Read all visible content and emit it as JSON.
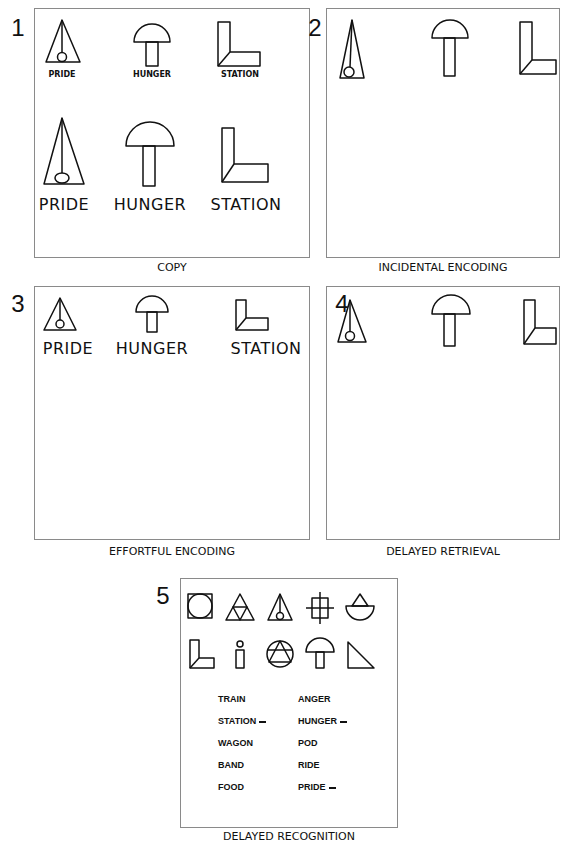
{
  "diagram": {
    "nodes": [
      {
        "text": [
          "1",
          "PRIDE",
          "HUNGER",
          "STATION",
          "PRIDE",
          "HUNGER",
          "STATION",
          "COPY"
        ]
      },
      {
        "text": [
          "2",
          "INCIDENTAL ENCODING"
        ]
      },
      {
        "text": [
          "3",
          "PRIDE",
          "HUNGER",
          "STATION",
          "EFFORTFUL ENCODING"
        ]
      },
      {
        "text": [
          "4",
          "DELAYED RETRIEVAL"
        ]
      },
      {
        "text": [
          "5",
          "TRAIN",
          "ANGER",
          "STATION",
          "HUNGER",
          "WAGON",
          "POD",
          "BAND",
          "RIDE",
          "FOOD",
          "PRIDE",
          "DELAYED RECOGNITION"
        ]
      }
    ]
  }
}
